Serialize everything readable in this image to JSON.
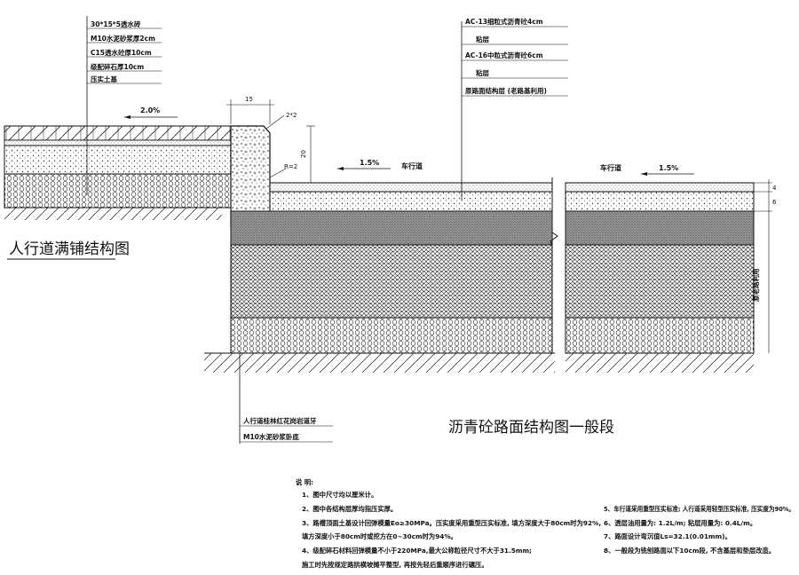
{
  "sidewalk": {
    "layers": [
      "30*15*5透水砖",
      "M10水泥砂浆厚2cm",
      "C15透水砼厚10cm",
      "级配碎石厚10cm",
      "压实土基"
    ],
    "slope": "2.0%",
    "title": "人行道满铺结构图"
  },
  "road": {
    "layers": [
      "AC-13细粒式沥青砼4cm",
      "粘层",
      "AC-16中粒式沥青砼6cm",
      "粘层",
      "原路面结构层 (老路基利用)"
    ],
    "lane_label_1": "车行道",
    "lane_label_2": "车行道",
    "slope_1": "1.5%",
    "slope_2": "1.5%",
    "title": "沥青砼路面结构图一般段",
    "side_label": "原老路利用"
  },
  "curb": {
    "dim_width": "15",
    "dim_chamfer": "2*2",
    "dim_height": "20",
    "radius": "R=2",
    "callouts": [
      "人行道桂林红花岗岩道牙",
      "M10水泥砂浆卧底"
    ]
  },
  "dims": {
    "d4": "4",
    "d6": "6"
  },
  "notes": {
    "heading": "说  明:",
    "items": [
      "1、图中尺寸均以厘米计。",
      "2、图中各结构层厚均指压实厚。",
      "3、路槽顶面土基设计回弹模量Eo≥30MPa。压实度采用重型压实标准, 填方深度大于80cm时为92%,",
      "   填方深度小于80cm时或挖方在0~30cm时为94%。",
      "4、级配碎石材料回弹模量不小于220MPa,最大公称粒径尺寸不大于31.5mm;",
      "   施工时先按规定路拱横坡摊平整型, 再按先轻后重顺序进行碾压。",
      "5、车行道采用重型压实标准; 人行道采用轻型压实标准, 压实度为90%。",
      "6、透层油用量为: 1.2L/m; 粘层用量为: 0.4L/m。",
      "7、路面设计弯沉值Ls=32.1(0.01mm)。",
      "8、一般段为铣刨路面以下10cm段, 不含基层和垫层改造。"
    ]
  }
}
